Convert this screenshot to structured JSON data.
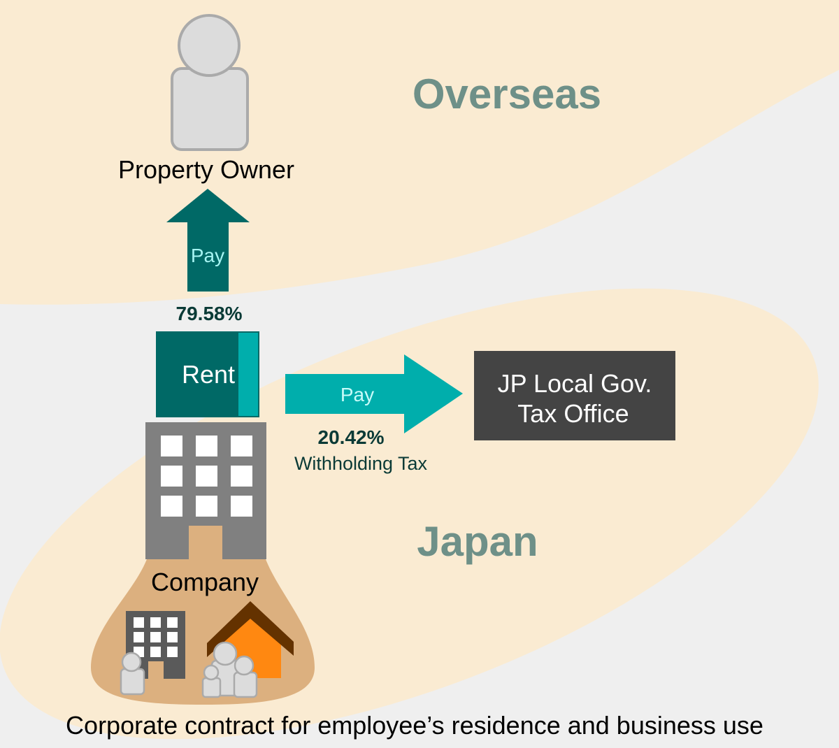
{
  "regions": {
    "overseas": "Overseas",
    "japan": "Japan"
  },
  "owner": {
    "label": "Property Owner"
  },
  "rent": {
    "label": "Rent"
  },
  "pay_owner": {
    "label": "Pay",
    "percent": "79.58%"
  },
  "pay_tax": {
    "label": "Pay",
    "percent": "20.42%",
    "caption": "Withholding Tax"
  },
  "tax_office": {
    "line1": "JP Local Gov.",
    "line2": "Tax Office"
  },
  "company": {
    "label": "Company"
  },
  "footer": "Corporate contract for employee’s residence and business use",
  "colors": {
    "beige": "#faebd2",
    "dark_teal": "#006966",
    "teal": "#00aeac",
    "tan": "#dcb07f",
    "region_text": "#6e9088"
  }
}
